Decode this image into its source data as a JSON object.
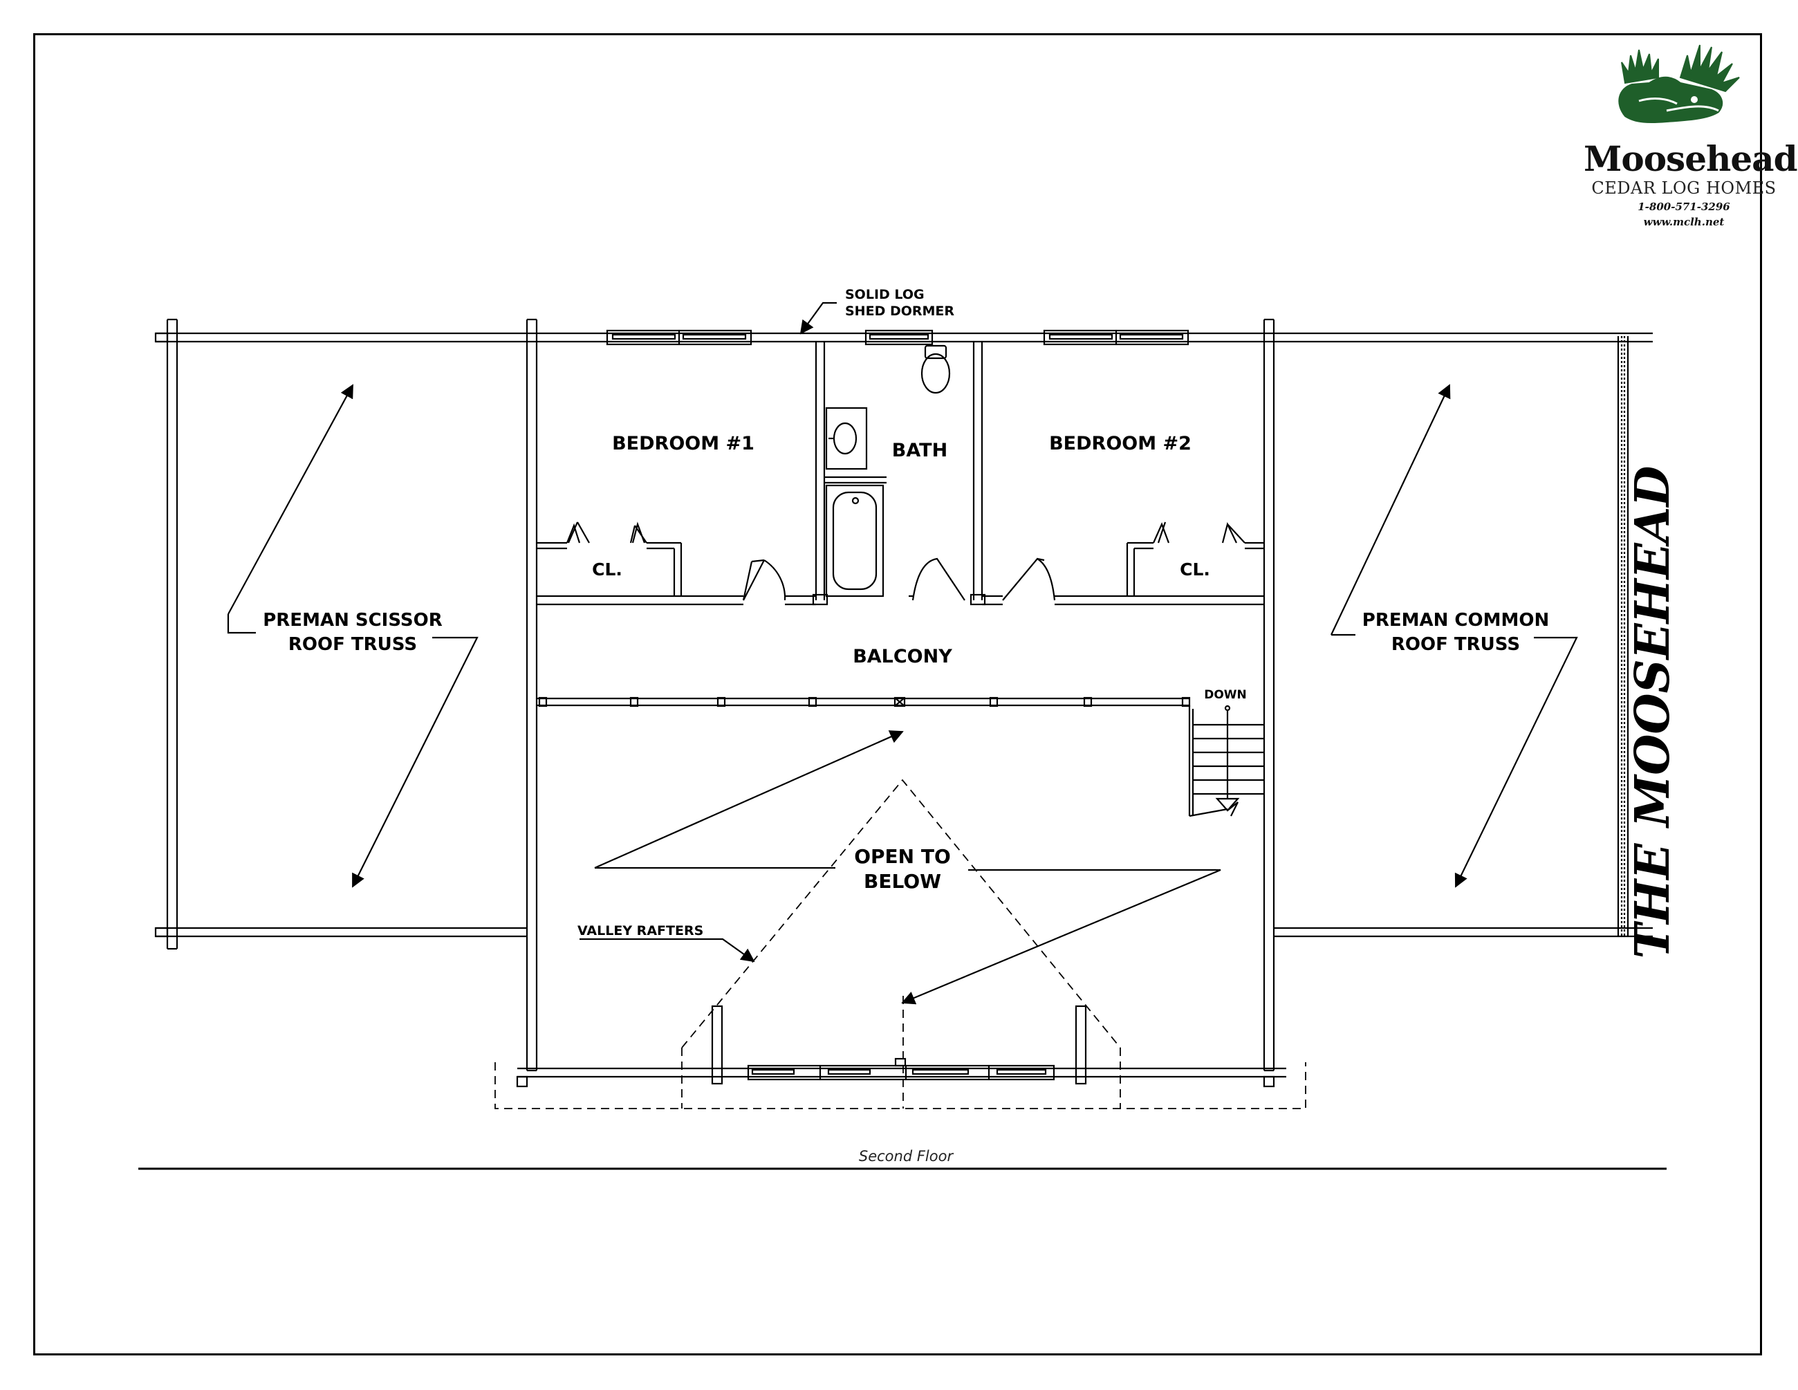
{
  "logo": {
    "brand": "Moosehead",
    "tagline": "CEDAR LOG HOMES",
    "phone": "1-800-571-3296",
    "website": "www.mclh.net",
    "logo_color": "#1f5f2a",
    "icon": "moose-head-icon"
  },
  "title": "THE MOOSEHEAD",
  "caption": "Second Floor",
  "rooms": {
    "bedroom1": "BEDROOM #1",
    "bath": "BATH",
    "bedroom2": "BEDROOM #2",
    "closet_left": "CL.",
    "closet_right": "CL.",
    "balcony": "BALCONY",
    "open_line1": "OPEN TO",
    "open_line2": "BELOW"
  },
  "notes": {
    "dormer_line1": "SOLID LOG",
    "dormer_line2": "SHED DORMER",
    "scissor_line1": "PREMAN SCISSOR",
    "scissor_line2": "ROOF TRUSS",
    "common_line1": "PREMAN COMMON",
    "common_line2": "ROOF TRUSS",
    "down": "DOWN",
    "valley": "VALLEY RAFTERS"
  }
}
